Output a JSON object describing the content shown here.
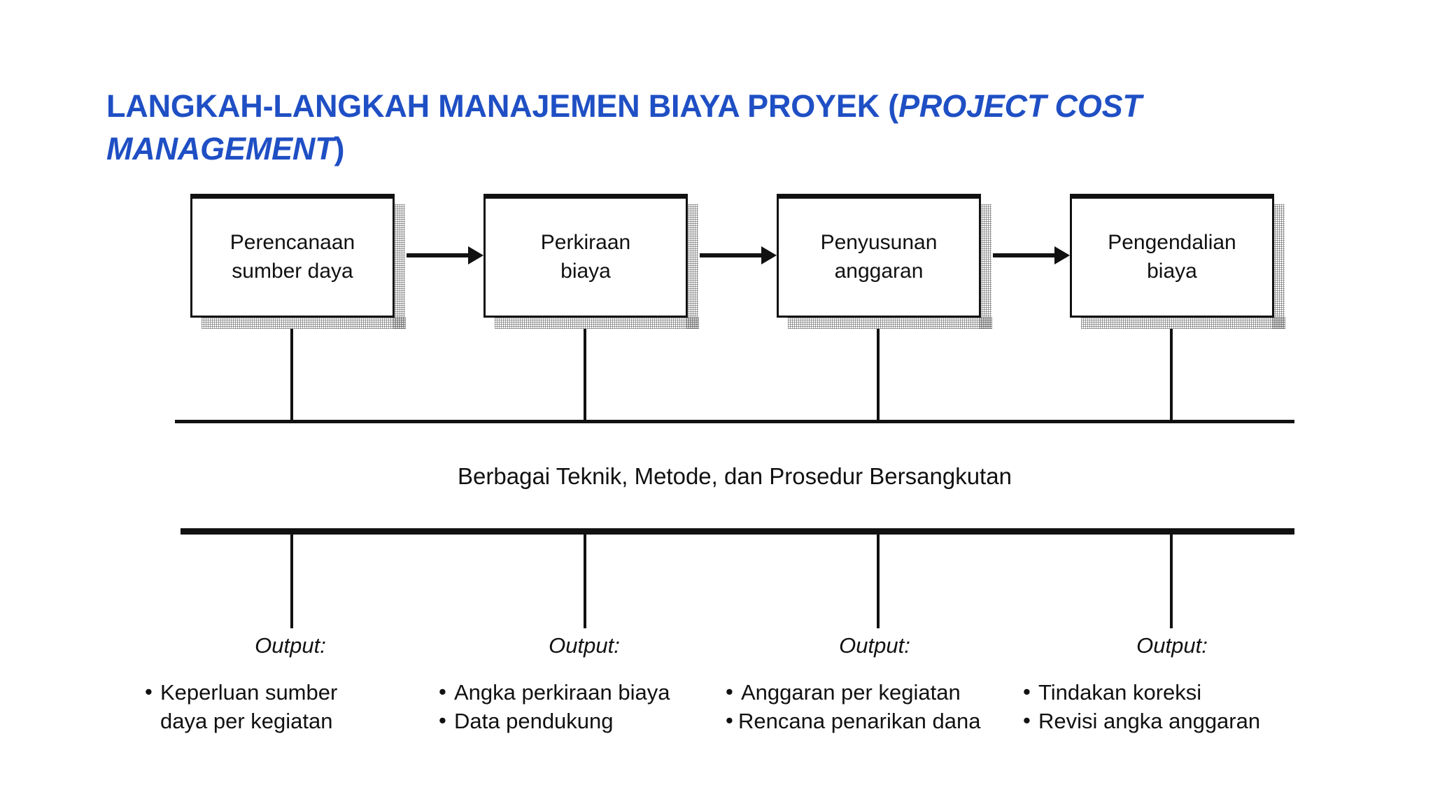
{
  "slide": {
    "title_line1_plain": "LANGKAH-LANGKAH MANAJEMEN BIAYA PROYEK (",
    "title_italic": "PROJECT COST MANAGEMENT",
    "title_close": ")",
    "title_full": "LANGKAH-LANGKAH MANAJEMEN BIAYA PROYEK (PROJECT COST MANAGEMENT)",
    "title_color": "#1f4fc4",
    "background_color": "#ffffff",
    "line_color": "#111111"
  },
  "diagram": {
    "type": "process-flow",
    "caption": "Berbagai Teknik, Metode, dan Prosedur  Bersangkutan",
    "steps": [
      {
        "line1": "Perencanaan",
        "line2": "sumber daya",
        "text": "Perencanaan\nsumber daya"
      },
      {
        "line1": "Perkiraan",
        "line2": "biaya",
        "text": "Perkiraan\nbiaya"
      },
      {
        "line1": "Penyusunan",
        "line2": "anggaran",
        "text": "Penyusunan\nanggaran"
      },
      {
        "line1": "Pengendalian",
        "line2": "biaya",
        "text": "Pengendalian\nbiaya"
      }
    ],
    "outputs": [
      {
        "label": "Output:",
        "items": [
          "Keperluan sumber",
          "daya per kegiatan"
        ],
        "bullets": [
          "Keperluan sumber daya per kegiatan"
        ]
      },
      {
        "label": "Output:",
        "items": [
          "Angka perkiraan biaya",
          "Data pendukung"
        ],
        "bullets": [
          "Angka perkiraan biaya",
          "Data pendukung"
        ]
      },
      {
        "label": "Output:",
        "items": [
          "Anggaran per kegiatan",
          "Rencana penarikan dana"
        ],
        "bullets": [
          "Anggaran per kegiatan",
          "Rencana penarikan dana"
        ]
      },
      {
        "label": "Output:",
        "items": [
          "Tindakan koreksi",
          "Revisi angka anggaran"
        ],
        "bullets": [
          "Tindakan koreksi",
          "Revisi angka anggaran"
        ]
      }
    ],
    "bullet_glyph": "•"
  }
}
